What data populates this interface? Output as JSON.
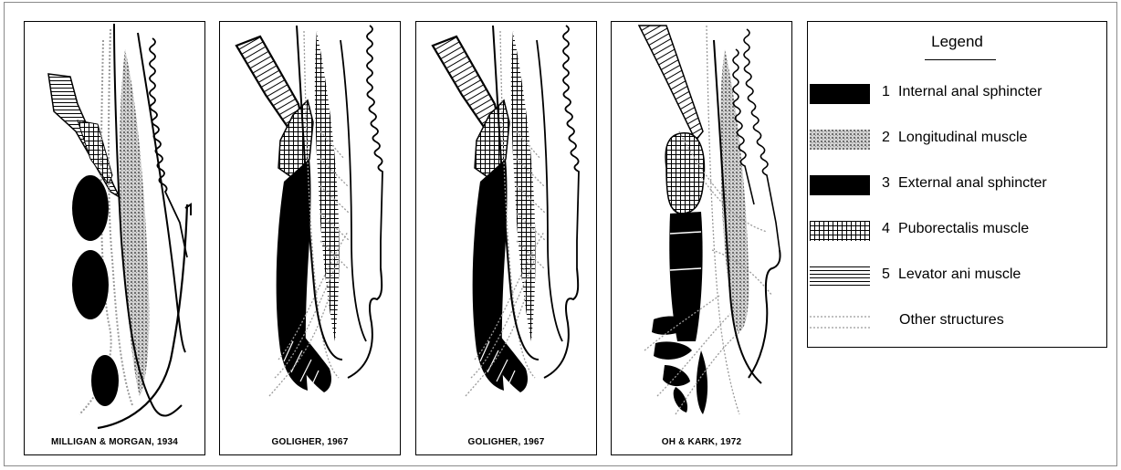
{
  "panels": [
    {
      "caption": "MILLIGAN & MORGAN, 1934"
    },
    {
      "caption": "GOLIGHER, 1967"
    },
    {
      "caption": "GOLIGHER, 1967"
    },
    {
      "caption": "OH & KARK, 1972"
    }
  ],
  "legend": {
    "title": "Legend",
    "items": [
      {
        "number": "1",
        "label": "Internal anal sphincter",
        "swatch": "solid-black"
      },
      {
        "number": "2",
        "label": "Longitudinal muscle",
        "swatch": "gray-stipple"
      },
      {
        "number": "3",
        "label": "External anal sphincter",
        "swatch": "solid-black"
      },
      {
        "number": "4",
        "label": "Puborectalis muscle",
        "swatch": "crosshatch"
      },
      {
        "number": "5",
        "label": "Levator ani muscle",
        "swatch": "horizontal-lines"
      },
      {
        "number": "",
        "label": "Other structures",
        "swatch": "dotted-lines"
      }
    ]
  },
  "colors": {
    "ink": "#000000",
    "stipple": "#8c8c8c",
    "dotted": "#9a9a9a"
  }
}
